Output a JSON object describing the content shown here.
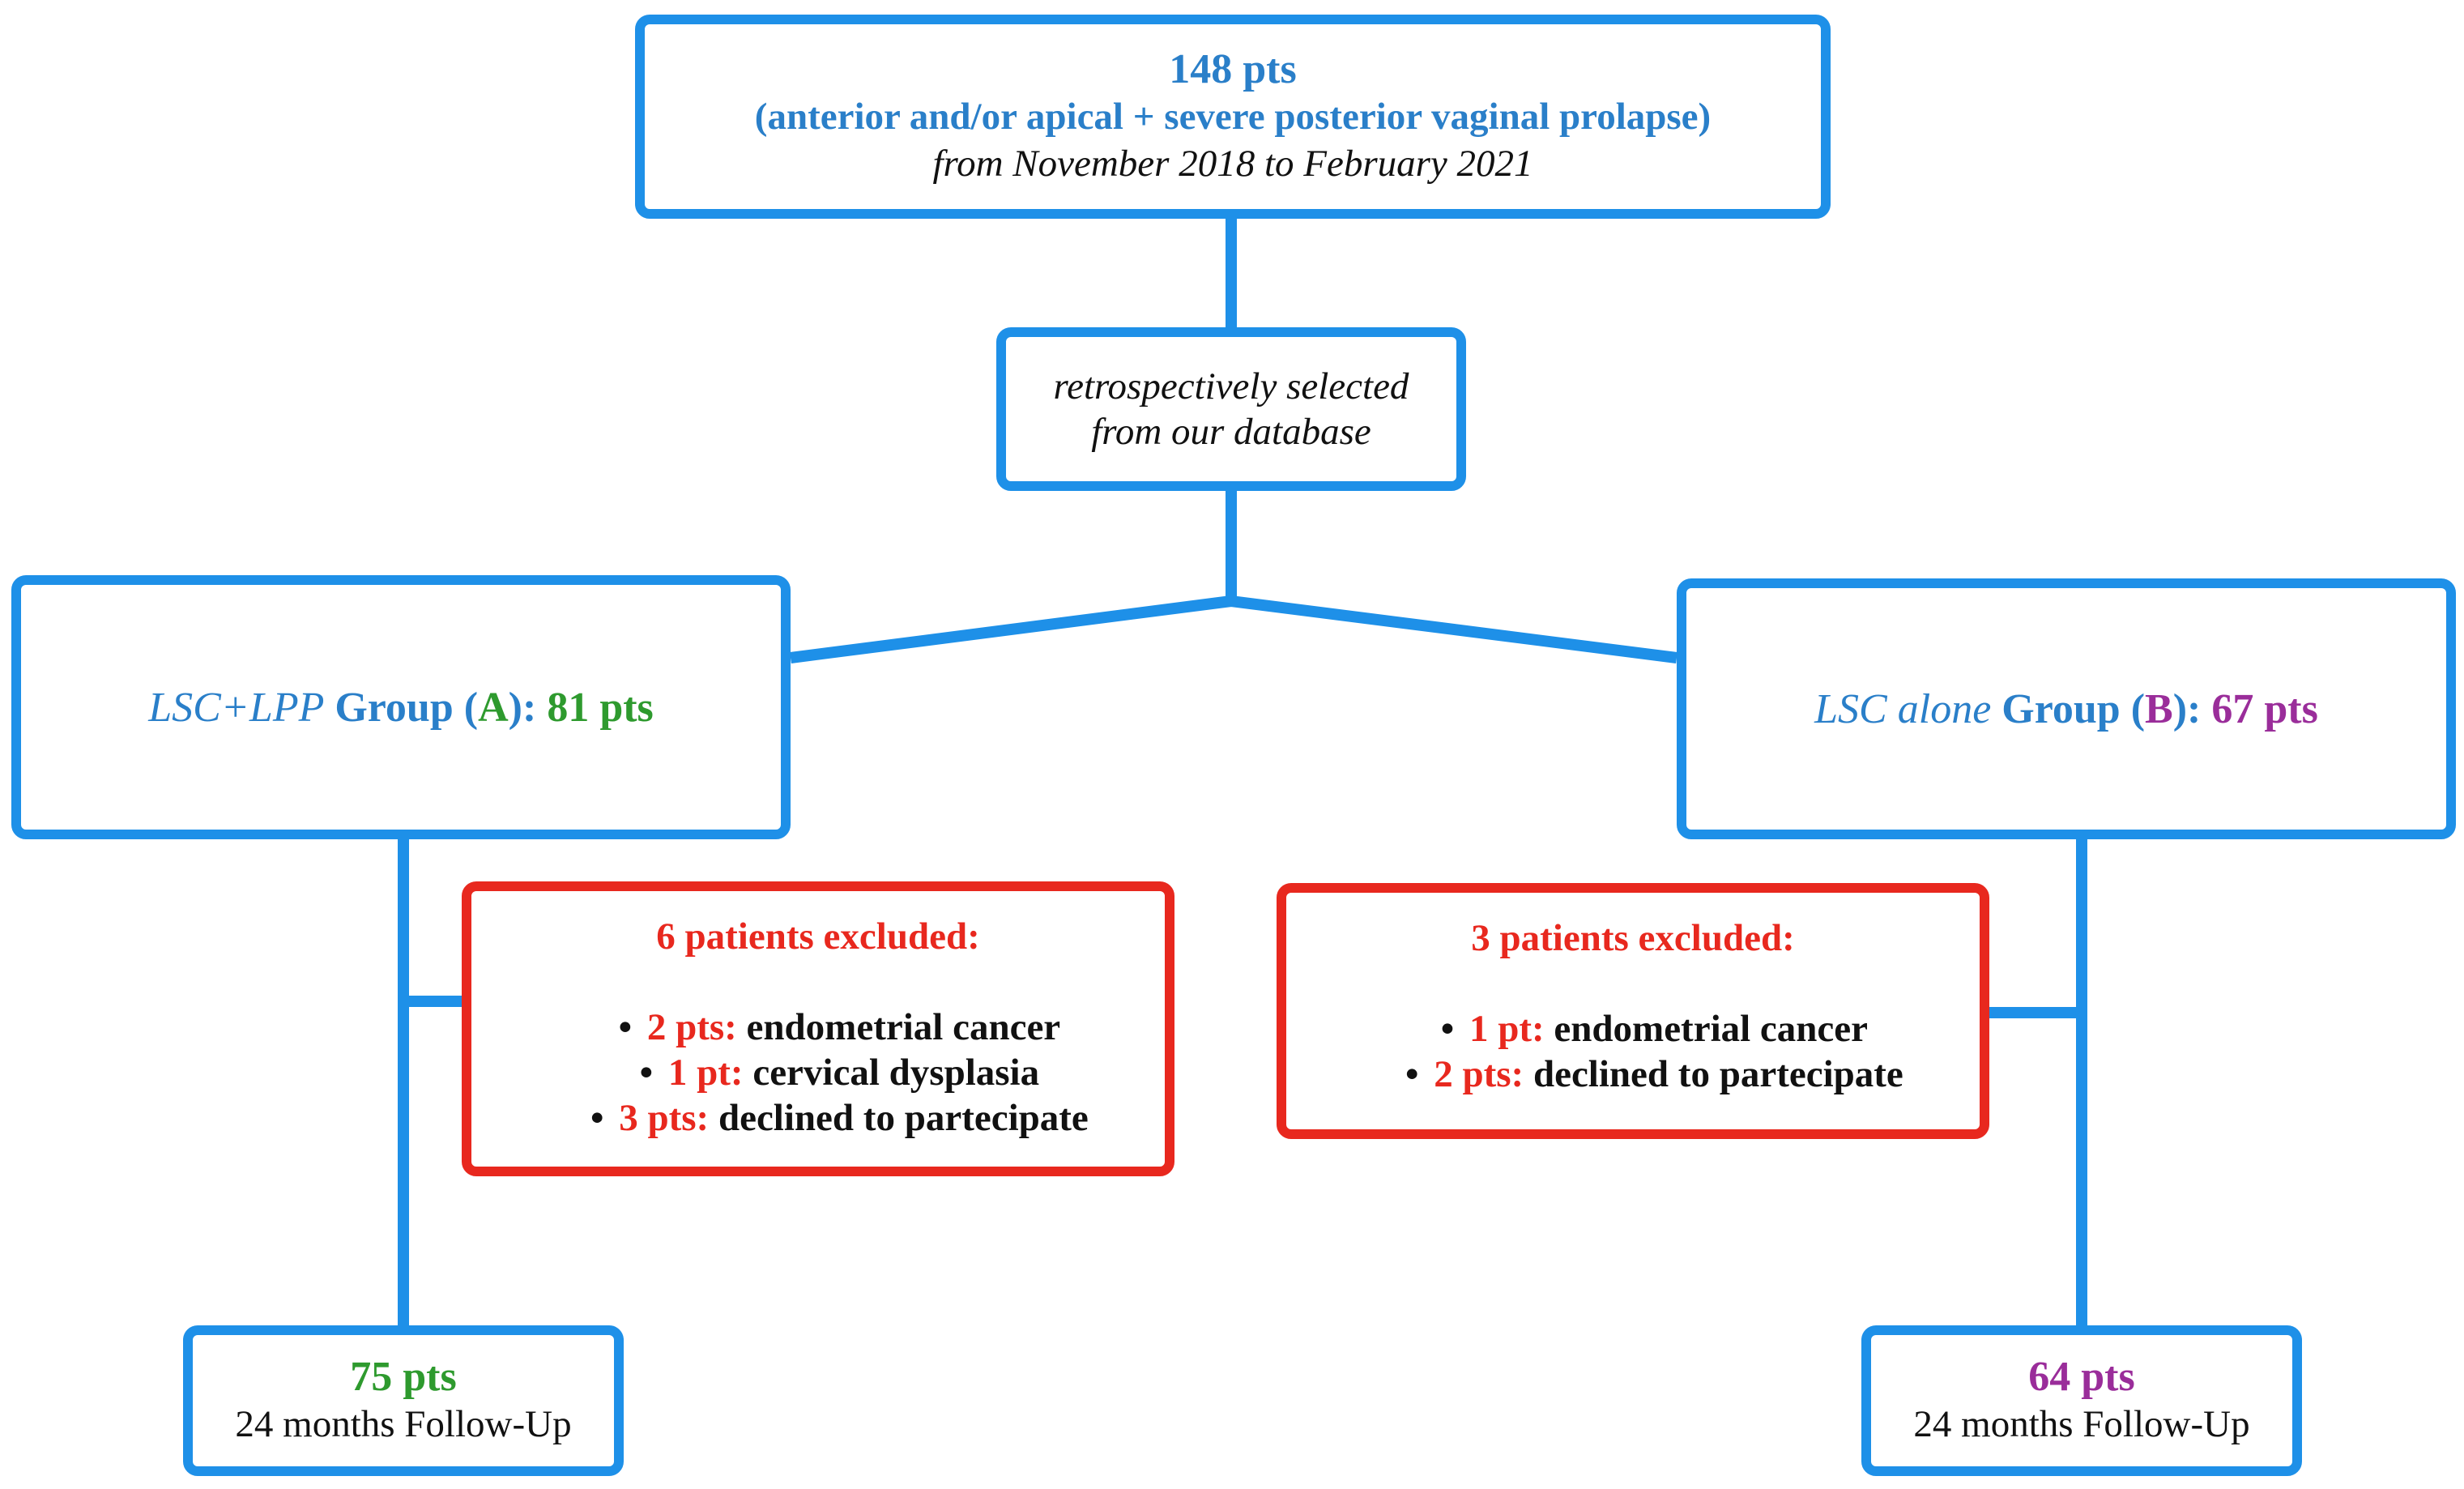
{
  "colors": {
    "box_border": "#1e90e8",
    "exclusion_border": "#e8281e",
    "blue_text": "#2a7fc9",
    "group_a": "#2e9a2e",
    "group_b": "#9a2d9a",
    "red_text": "#e8281e"
  },
  "top": {
    "count": "148 pts",
    "criteria": "(anterior and/or apical + severe posterior vaginal prolapse)",
    "period": "from November 2018 to February 2021"
  },
  "selection": {
    "line1": "retrospectively selected",
    "line2": "from our database"
  },
  "group_a": {
    "procedure": "LSC+LPP",
    "group_word": "Group",
    "open_paren": "(",
    "letter": "A",
    "close_paren": "):",
    "count": "81 pts",
    "exclusion": {
      "title": "6 patients excluded:",
      "items": [
        {
          "count": "2 pts:",
          "reason": "endometrial cancer"
        },
        {
          "count": "1 pt:",
          "reason": "cervical dysplasia"
        },
        {
          "count": "3 pts:",
          "reason": "declined to partecipate"
        }
      ]
    },
    "followup": {
      "count": "75 pts",
      "label": "24 months Follow-Up"
    }
  },
  "group_b": {
    "procedure": "LSC alone",
    "group_word": "Group",
    "open_paren": "(",
    "letter": "B",
    "close_paren": "):",
    "count": "67 pts",
    "exclusion": {
      "title": "3 patients excluded:",
      "items": [
        {
          "count": "1 pt:",
          "reason": "endometrial cancer"
        },
        {
          "count": "2 pts:",
          "reason": "declined to partecipate"
        }
      ]
    },
    "followup": {
      "count": "64 pts",
      "label": "24 months Follow-Up"
    }
  }
}
